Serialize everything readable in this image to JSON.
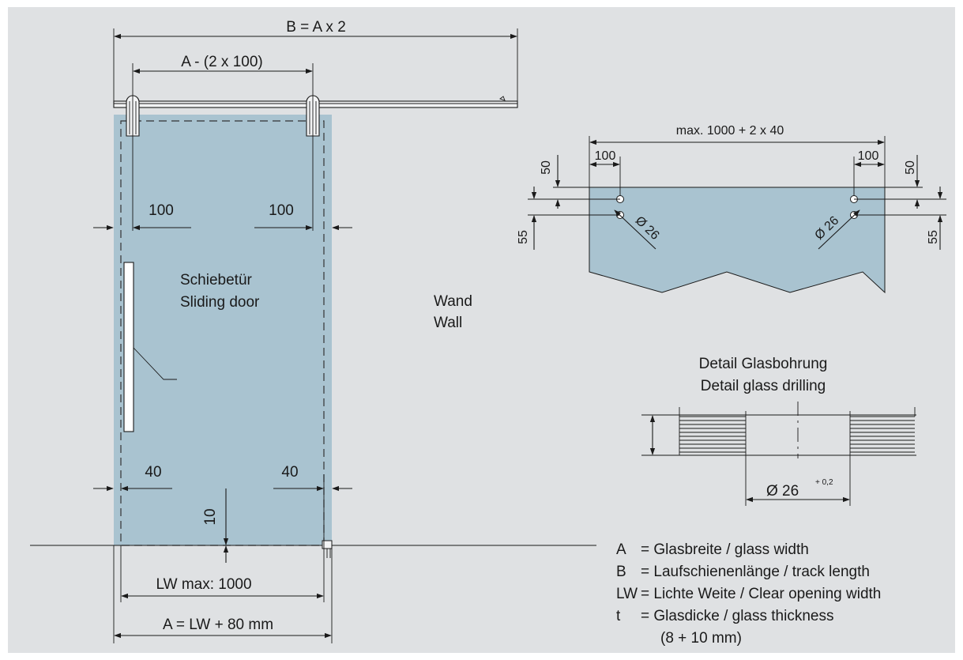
{
  "colors": {
    "background": "#dfe1e3",
    "glass": "#a9c3d0",
    "line": "#1a1a1a"
  },
  "main_view": {
    "dim_track_length": "B = A x 2",
    "dim_roller_spacing": "A - (2 x 100)",
    "dim_roller_offset_left": "100",
    "dim_roller_offset_right": "100",
    "dim_overlap_left": "40",
    "dim_overlap_right": "40",
    "dim_floor_gap": "10",
    "dim_clear_width": "LW max: 1000",
    "dim_glass_width": "A = LW + 80 mm",
    "door_label_de": "Schiebetür",
    "door_label_en": "Sliding door",
    "wall_label_de": "Wand",
    "wall_label_en": "Wall"
  },
  "hole_detail": {
    "dim_total": "max. 1000 + 2 x 40",
    "dim_edge_left": "100",
    "dim_edge_right": "100",
    "dim_top_left": "50",
    "dim_top_right": "50",
    "dim_pitch_left": "55",
    "dim_pitch_right": "55",
    "dia_left": "Ø 26",
    "dia_right": "Ø 26"
  },
  "glass_drilling_detail": {
    "title_de": "Detail Glasbohrung",
    "title_en": "Detail glass drilling",
    "dia_label": "Ø 26",
    "tolerance": "+ 0,2"
  },
  "legend": [
    {
      "key": "A",
      "text": "= Glasbreite / glass width"
    },
    {
      "key": "B",
      "text": "= Laufschienenlänge / track length"
    },
    {
      "key": "LW",
      "text": "= Lichte Weite / Clear opening width"
    },
    {
      "key": "t",
      "text": "= Glasdicke / glass thickness"
    },
    {
      "key": "",
      "text": "(8 + 10 mm)"
    }
  ]
}
